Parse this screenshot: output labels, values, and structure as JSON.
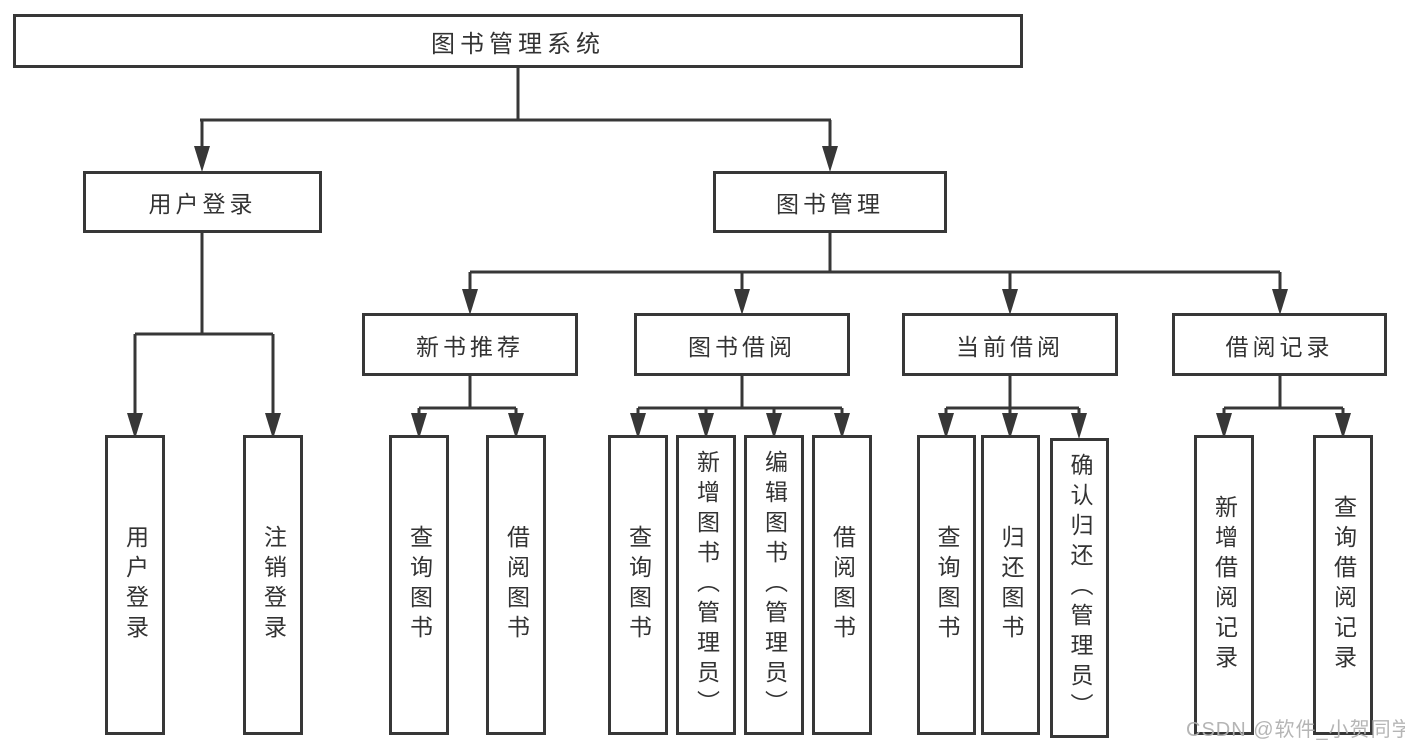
{
  "tree": {
    "root": {
      "label": "图书管理系统"
    },
    "branches": [
      {
        "label": "用户登录",
        "children": [
          {
            "label": "用户登录"
          },
          {
            "label": "注销登录"
          }
        ]
      },
      {
        "label": "图书管理",
        "children": [
          {
            "label": "新书推荐",
            "children": [
              {
                "label": "查询图书"
              },
              {
                "label": "借阅图书"
              }
            ]
          },
          {
            "label": "图书借阅",
            "children": [
              {
                "label": "查询图书"
              },
              {
                "label": "新增图书（管理员）"
              },
              {
                "label": "编辑图书（管理员）"
              },
              {
                "label": "借阅图书"
              }
            ]
          },
          {
            "label": "当前借阅",
            "children": [
              {
                "label": "查询图书"
              },
              {
                "label": "归还图书"
              },
              {
                "label": "确认归还（管理员）"
              }
            ]
          },
          {
            "label": "借阅记录",
            "children": [
              {
                "label": "新增借阅记录"
              },
              {
                "label": "查询借阅记录"
              }
            ]
          }
        ]
      }
    ]
  },
  "watermark": "CSDN @软件_小贺同学",
  "colors": {
    "line": "#373737",
    "text": "#333333",
    "background": "#ffffff",
    "watermark": "#b2b2b2"
  }
}
